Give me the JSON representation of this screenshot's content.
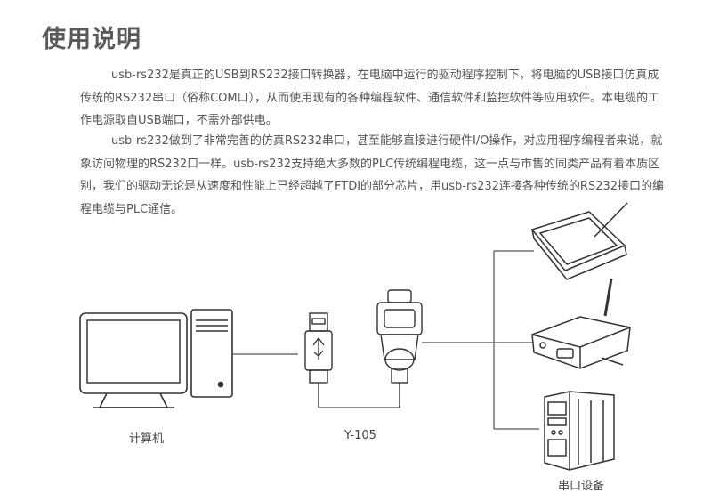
{
  "heading": "使用说明",
  "paragraphs": [
    "usb-rs232是真正的USB到RS232接口转换器，在电脑中运行的驱动程序控制下，将电脑的USB接口仿真成传统的RS232串口（俗称COM口），从而使用现有的各种编程软件、通信软件和监控软件等应用软件。本电缆的工作电源取自USB端口，不需外部供电。",
    "usb-rs232做到了非常完善的仿真RS232串口，甚至能够直接进行硬件I/O操作，对应用程序编程者来说，就象访问物理的RS232口一样。usb-rs232支持绝大多数的PLC传统编程电缆，这一点与市售的同类产品有着本质区别，我们的驱动无论是从速度和性能上已经超越了FTDI的部分芯片，用usb-rs232连接各种传统的RS232接口的编程电缆与PLC通信。"
  ],
  "diagram": {
    "computer_label": "计算机",
    "cable_label": "Y-105",
    "device_label": "串口设备"
  }
}
